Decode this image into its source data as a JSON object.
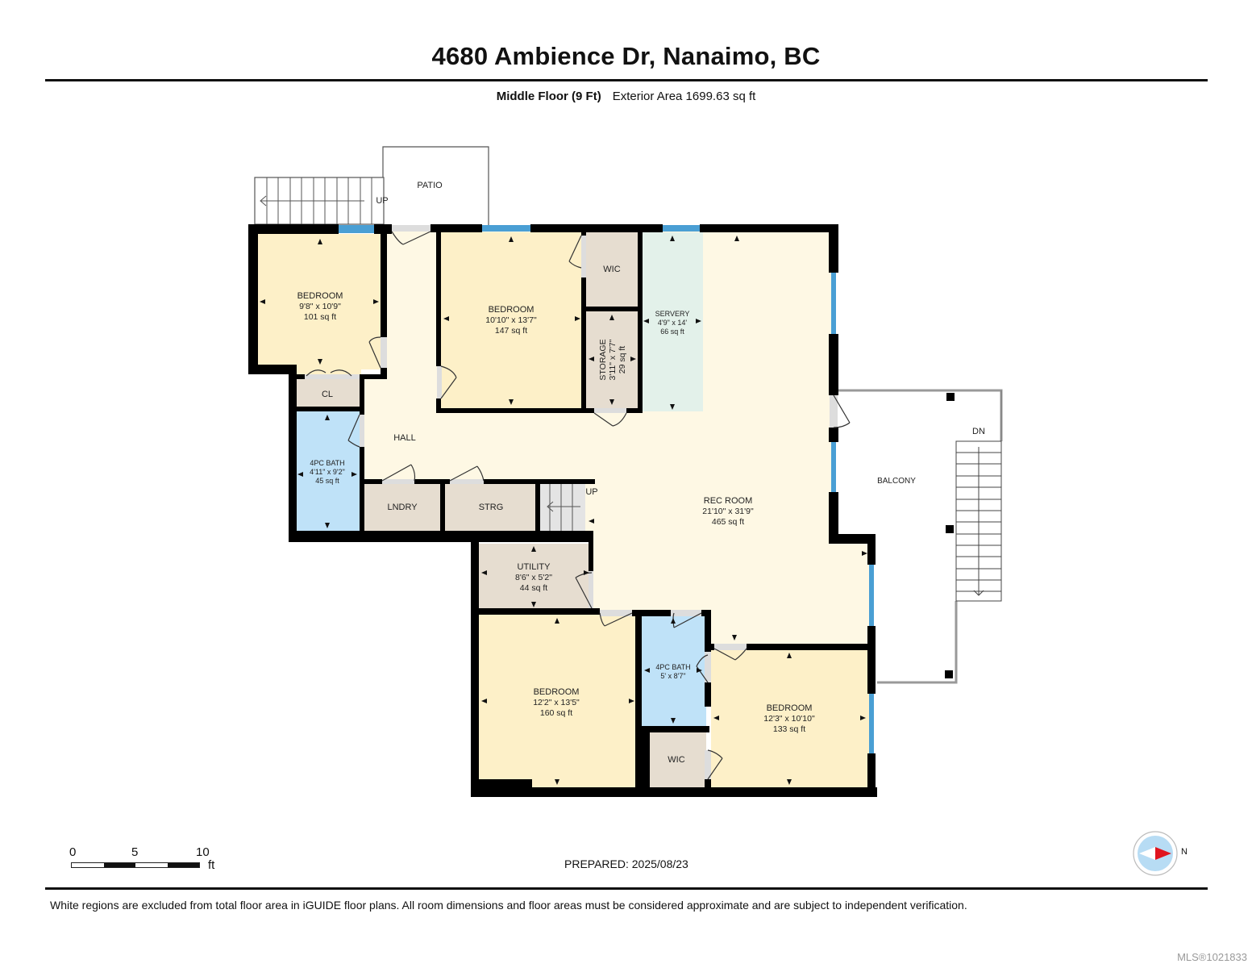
{
  "header": {
    "title": "4680 Ambience Dr, Nanaimo, BC",
    "floor_label": "Middle Floor (9 Ft)",
    "area_label": "Exterior Area 1699.63 sq ft"
  },
  "rooms": [
    {
      "id": "bedroom-1",
      "name": "BEDROOM",
      "dims": "9'8\" x 10'9\"",
      "area": "101 sq ft"
    },
    {
      "id": "bedroom-2",
      "name": "BEDROOM",
      "dims": "10'10\" x 13'7\"",
      "area": "147 sq ft"
    },
    {
      "id": "wic-1",
      "name": "WIC"
    },
    {
      "id": "storage",
      "name": "STORAGE",
      "dims": "3'11\" x 7'7\"",
      "area": "29 sq ft"
    },
    {
      "id": "servery",
      "name": "SERVERY",
      "dims": "4'9\" x 14'",
      "area": "66 sq ft"
    },
    {
      "id": "closet",
      "name": "CL"
    },
    {
      "id": "hall",
      "name": "HALL"
    },
    {
      "id": "bath-1",
      "name": "4PC BATH",
      "dims": "4'11\" x 9'2\"",
      "area": "45 sq ft"
    },
    {
      "id": "laundry",
      "name": "LNDRY"
    },
    {
      "id": "strg",
      "name": "STRG"
    },
    {
      "id": "rec-room",
      "name": "REC ROOM",
      "dims": "21'10\" x 31'9\"",
      "area": "465 sq ft"
    },
    {
      "id": "utility",
      "name": "UTILITY",
      "dims": "8'6\" x 5'2\"",
      "area": "44 sq ft"
    },
    {
      "id": "bedroom-3",
      "name": "BEDROOM",
      "dims": "12'2\" x 13'5\"",
      "area": "160 sq ft"
    },
    {
      "id": "bath-2",
      "name": "4PC BATH",
      "dims": "5' x 8'7\""
    },
    {
      "id": "wic-2",
      "name": "WIC"
    },
    {
      "id": "bedroom-4",
      "name": "BEDROOM",
      "dims": "12'3\" x 10'10\"",
      "area": "133 sq ft"
    }
  ],
  "exterior": {
    "patio": "PATIO",
    "balcony": "BALCONY",
    "stairs_up_patio": "UP",
    "stairs_up_interior": "UP",
    "stairs_down_balcony": "DN"
  },
  "scale_bar": {
    "ticks": [
      "0",
      "5",
      "10"
    ],
    "unit": "ft"
  },
  "footer": {
    "prepared": "PREPARED: 2025/08/23",
    "disclaimer": "White regions are excluded from total floor area in iGUIDE floor plans. All room dimensions and floor areas must be considered approximate and are subject to independent verification.",
    "mls": "MLS®1021833",
    "compass_label": "N"
  },
  "colors": {
    "bedroom": "#fdf0c8",
    "hall": "#fef8e4",
    "bath": "#bfe2f8",
    "storage": "#e6ddd0",
    "servery": "#e3f1ea",
    "wall": "#000000",
    "window": "#4a9fd4",
    "compass_red": "#e0141e"
  }
}
